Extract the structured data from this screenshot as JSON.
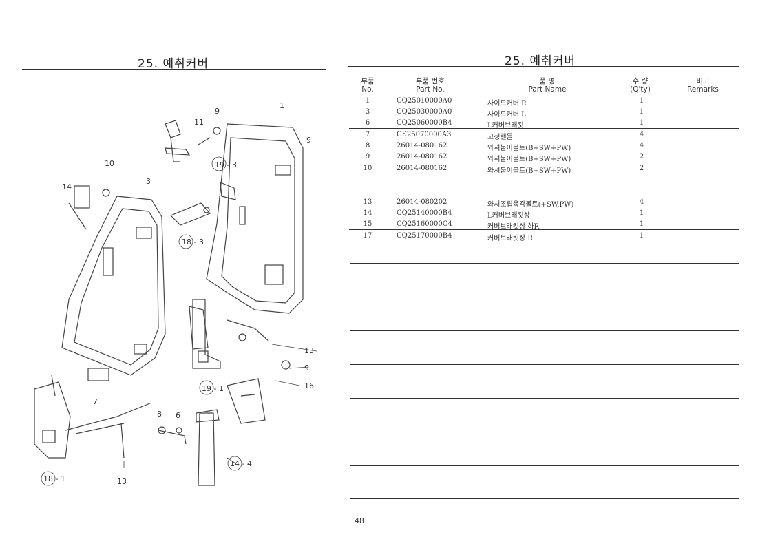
{
  "left_panel": {
    "title": "25. 예취커버"
  },
  "right_panel": {
    "title": "25. 예취커버",
    "headers": {
      "no_ko": "부품",
      "no_en": "No.",
      "part_ko": "부품 번호",
      "part_en": "Part No.",
      "name_ko": "품 명",
      "name_en": "Part Name",
      "qty_ko": "수 량",
      "qty_en": "(Q'ty)",
      "remarks_ko": "비고",
      "remarks_en": "Remarks"
    },
    "rows": [
      {
        "no": "1",
        "part": "CQ25010000A0",
        "name": "사이드커버 R",
        "qty": "1"
      },
      {
        "no": "3",
        "part": "CQ25030000A0",
        "name": "사이드커버 L",
        "qty": "1"
      },
      {
        "no": "6",
        "part": "CQ25060000B4",
        "name": "L커버브래킷",
        "qty": "1"
      },
      {
        "no": "7",
        "part": "CE25070000A3",
        "name": "고정핸들",
        "qty": "4"
      },
      {
        "no": "8",
        "part": "26014-080162",
        "name": "와셔붙이볼트(B+SW+PW)",
        "qty": "4"
      },
      {
        "no": "9",
        "part": "26014-080162",
        "name": "와셔붙이볼트(B+SW+PW)",
        "qty": "2"
      },
      {
        "no": "10",
        "part": "26014-080162",
        "name": "와셔붙이볼트(B+SW+PW)",
        "qty": "2"
      },
      {
        "no": "13",
        "part": "26014-080202",
        "name": "와셔조립육각볼트(+SW,PW)",
        "qty": "4"
      },
      {
        "no": "14",
        "part": "CQ25140000B4",
        "name": "L커버브래킷상",
        "qty": "1"
      },
      {
        "no": "15",
        "part": "CQ25160000C4",
        "name": "커버브래킷상 하R",
        "qty": "1"
      },
      {
        "no": "17",
        "part": "CQ25170000B4",
        "name": "커버브래킷상 R",
        "qty": "1"
      }
    ]
  },
  "diagram": {
    "callouts": [
      "9",
      "11",
      "1",
      "9",
      "19 - 3",
      "10",
      "14",
      "3",
      "18 - 3",
      "13",
      "9",
      "19 - 1",
      "16",
      "7",
      "8",
      "6",
      "14 - 4",
      "18 - 1",
      "13"
    ]
  },
  "page_number": "48"
}
